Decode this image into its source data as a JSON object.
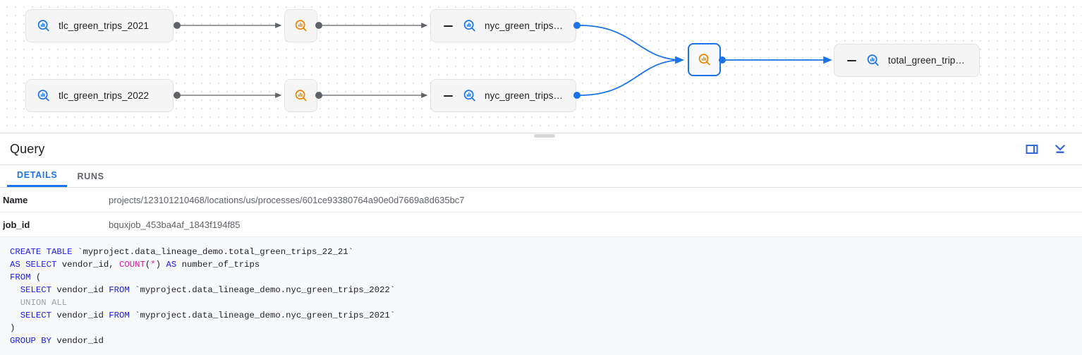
{
  "lineage": {
    "nodes": [
      {
        "id": "tlc2021",
        "label": "tlc_green_trips_2021",
        "icon": "table-search-icon-blue",
        "type": "table",
        "selected": false
      },
      {
        "id": "tlc2022",
        "label": "tlc_green_trips_2022",
        "icon": "table-search-icon-blue",
        "type": "table",
        "selected": false
      },
      {
        "id": "proc1",
        "label": "",
        "icon": "process-search-icon-orange",
        "type": "process",
        "selected": false
      },
      {
        "id": "proc2",
        "label": "",
        "icon": "process-search-icon-orange",
        "type": "process",
        "selected": false
      },
      {
        "id": "nyc2021",
        "label": "nyc_green_trips…",
        "icon": "table-search-icon-blue",
        "type": "table",
        "selected": false
      },
      {
        "id": "nyc2022",
        "label": "nyc_green_trips…",
        "icon": "table-search-icon-blue",
        "type": "table",
        "selected": false
      },
      {
        "id": "proc3",
        "label": "",
        "icon": "process-search-icon-orange",
        "type": "process",
        "selected": true
      },
      {
        "id": "total",
        "label": "total_green_trip…",
        "icon": "table-search-icon-blue",
        "type": "table",
        "selected": false
      }
    ],
    "colors": {
      "accent": "#1a73e8",
      "process": "#ea8600",
      "table": "#1a73e8",
      "edge_grey": "#5f6368",
      "edge_blue": "#1a73e8"
    }
  },
  "panel": {
    "title": "Query",
    "actions": [
      {
        "name": "split-panel-icon",
        "tooltip": "Split panel"
      },
      {
        "name": "collapse-panel-icon",
        "tooltip": "Collapse panel"
      }
    ],
    "tabs": [
      {
        "label": "DETAILS",
        "active": true
      },
      {
        "label": "RUNS",
        "active": false
      }
    ],
    "details": [
      {
        "key": "Name",
        "value": "projects/123101210468/locations/us/processes/601ce93380764a90e0d7669a8d635bc7"
      },
      {
        "key": "job_id",
        "value": "bquxjob_453ba4af_1843f194f85"
      }
    ],
    "sql_lines": [
      [
        {
          "t": "CREATE TABLE ",
          "c": "kw"
        },
        {
          "t": "`myproject.data_lineage_demo.total_green_trips_22_21`",
          "c": "plain"
        }
      ],
      [
        {
          "t": "AS SELECT ",
          "c": "kw"
        },
        {
          "t": "vendor_id, ",
          "c": "plain"
        },
        {
          "t": "COUNT",
          "c": "fn"
        },
        {
          "t": "(",
          "c": "plain"
        },
        {
          "t": "*",
          "c": "fn"
        },
        {
          "t": ") ",
          "c": "plain"
        },
        {
          "t": "AS ",
          "c": "kw"
        },
        {
          "t": "number_of_trips",
          "c": "plain"
        }
      ],
      [
        {
          "t": "FROM ",
          "c": "kw"
        },
        {
          "t": "(",
          "c": "plain"
        }
      ],
      [
        {
          "t": "  SELECT ",
          "c": "kw"
        },
        {
          "t": "vendor_id ",
          "c": "plain"
        },
        {
          "t": "FROM ",
          "c": "kw"
        },
        {
          "t": "`myproject.data_lineage_demo.nyc_green_trips_2022`",
          "c": "plain"
        }
      ],
      [
        {
          "t": "  UNION ALL",
          "c": "cmt"
        }
      ],
      [
        {
          "t": "  SELECT ",
          "c": "kw"
        },
        {
          "t": "vendor_id ",
          "c": "plain"
        },
        {
          "t": "FROM ",
          "c": "kw"
        },
        {
          "t": "`myproject.data_lineage_demo.nyc_green_trips_2021`",
          "c": "plain"
        }
      ],
      [
        {
          "t": ")",
          "c": "plain"
        }
      ],
      [
        {
          "t": "GROUP BY ",
          "c": "kw"
        },
        {
          "t": "vendor_id",
          "c": "plain"
        }
      ]
    ]
  }
}
